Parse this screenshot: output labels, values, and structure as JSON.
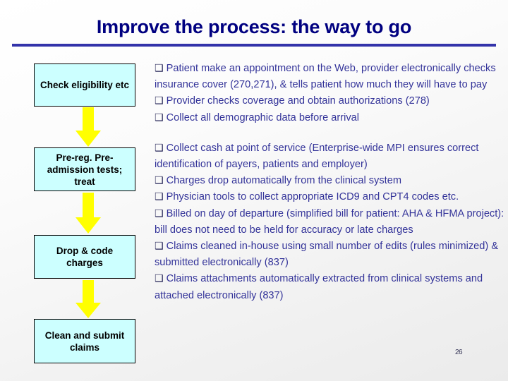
{
  "slide": {
    "title": "Improve the process: the way to go",
    "page_number": "26",
    "colors": {
      "title": "#000080",
      "rule": "#3333AA",
      "box_fill": "#CCFFFF",
      "box_border": "#000000",
      "arrow": "#FFFF00",
      "bullet_text": "#333399",
      "background": "#FFFFFF"
    }
  },
  "flow": {
    "boxes": [
      {
        "label": "Check eligibility etc"
      },
      {
        "label": "Pre-reg. Pre-admission tests; treat"
      },
      {
        "label": "Drop  & code charges"
      },
      {
        "label": "Clean and submit claims"
      }
    ],
    "arrows": [
      {
        "name": "down-arrow-1",
        "direction": "down"
      },
      {
        "name": "down-arrow-2",
        "direction": "down"
      },
      {
        "name": "down-arrow-3",
        "direction": "down"
      }
    ]
  },
  "bullets": {
    "glyph": "❑",
    "groups": [
      {
        "name": "eligibility-group",
        "items": [
          "Patient make an appointment on the Web, provider electronically  checks insurance cover (270,271), & tells patient how much they will have to pay",
          "Provider checks coverage and obtain authorizations (278)",
          "Collect all demographic data before arrival"
        ]
      },
      {
        "name": "service-group",
        "items": [
          " Collect cash at point of service (Enterprise-wide MPI ensures correct identification of payers, patients and employer)",
          "Charges drop automatically from the clinical system",
          "Physician tools  to collect appropriate ICD9 and CPT4 codes etc.",
          "  Billed on day of departure (simplified bill for patient: AHA & HFMA project): bill does not need to be held for accuracy or late charges",
          "Claims cleaned in-house using small number of edits (rules minimized) & submitted electronically (837)",
          " Claims attachments automatically extracted from clinical systems and attached electronically (837)"
        ]
      }
    ]
  }
}
